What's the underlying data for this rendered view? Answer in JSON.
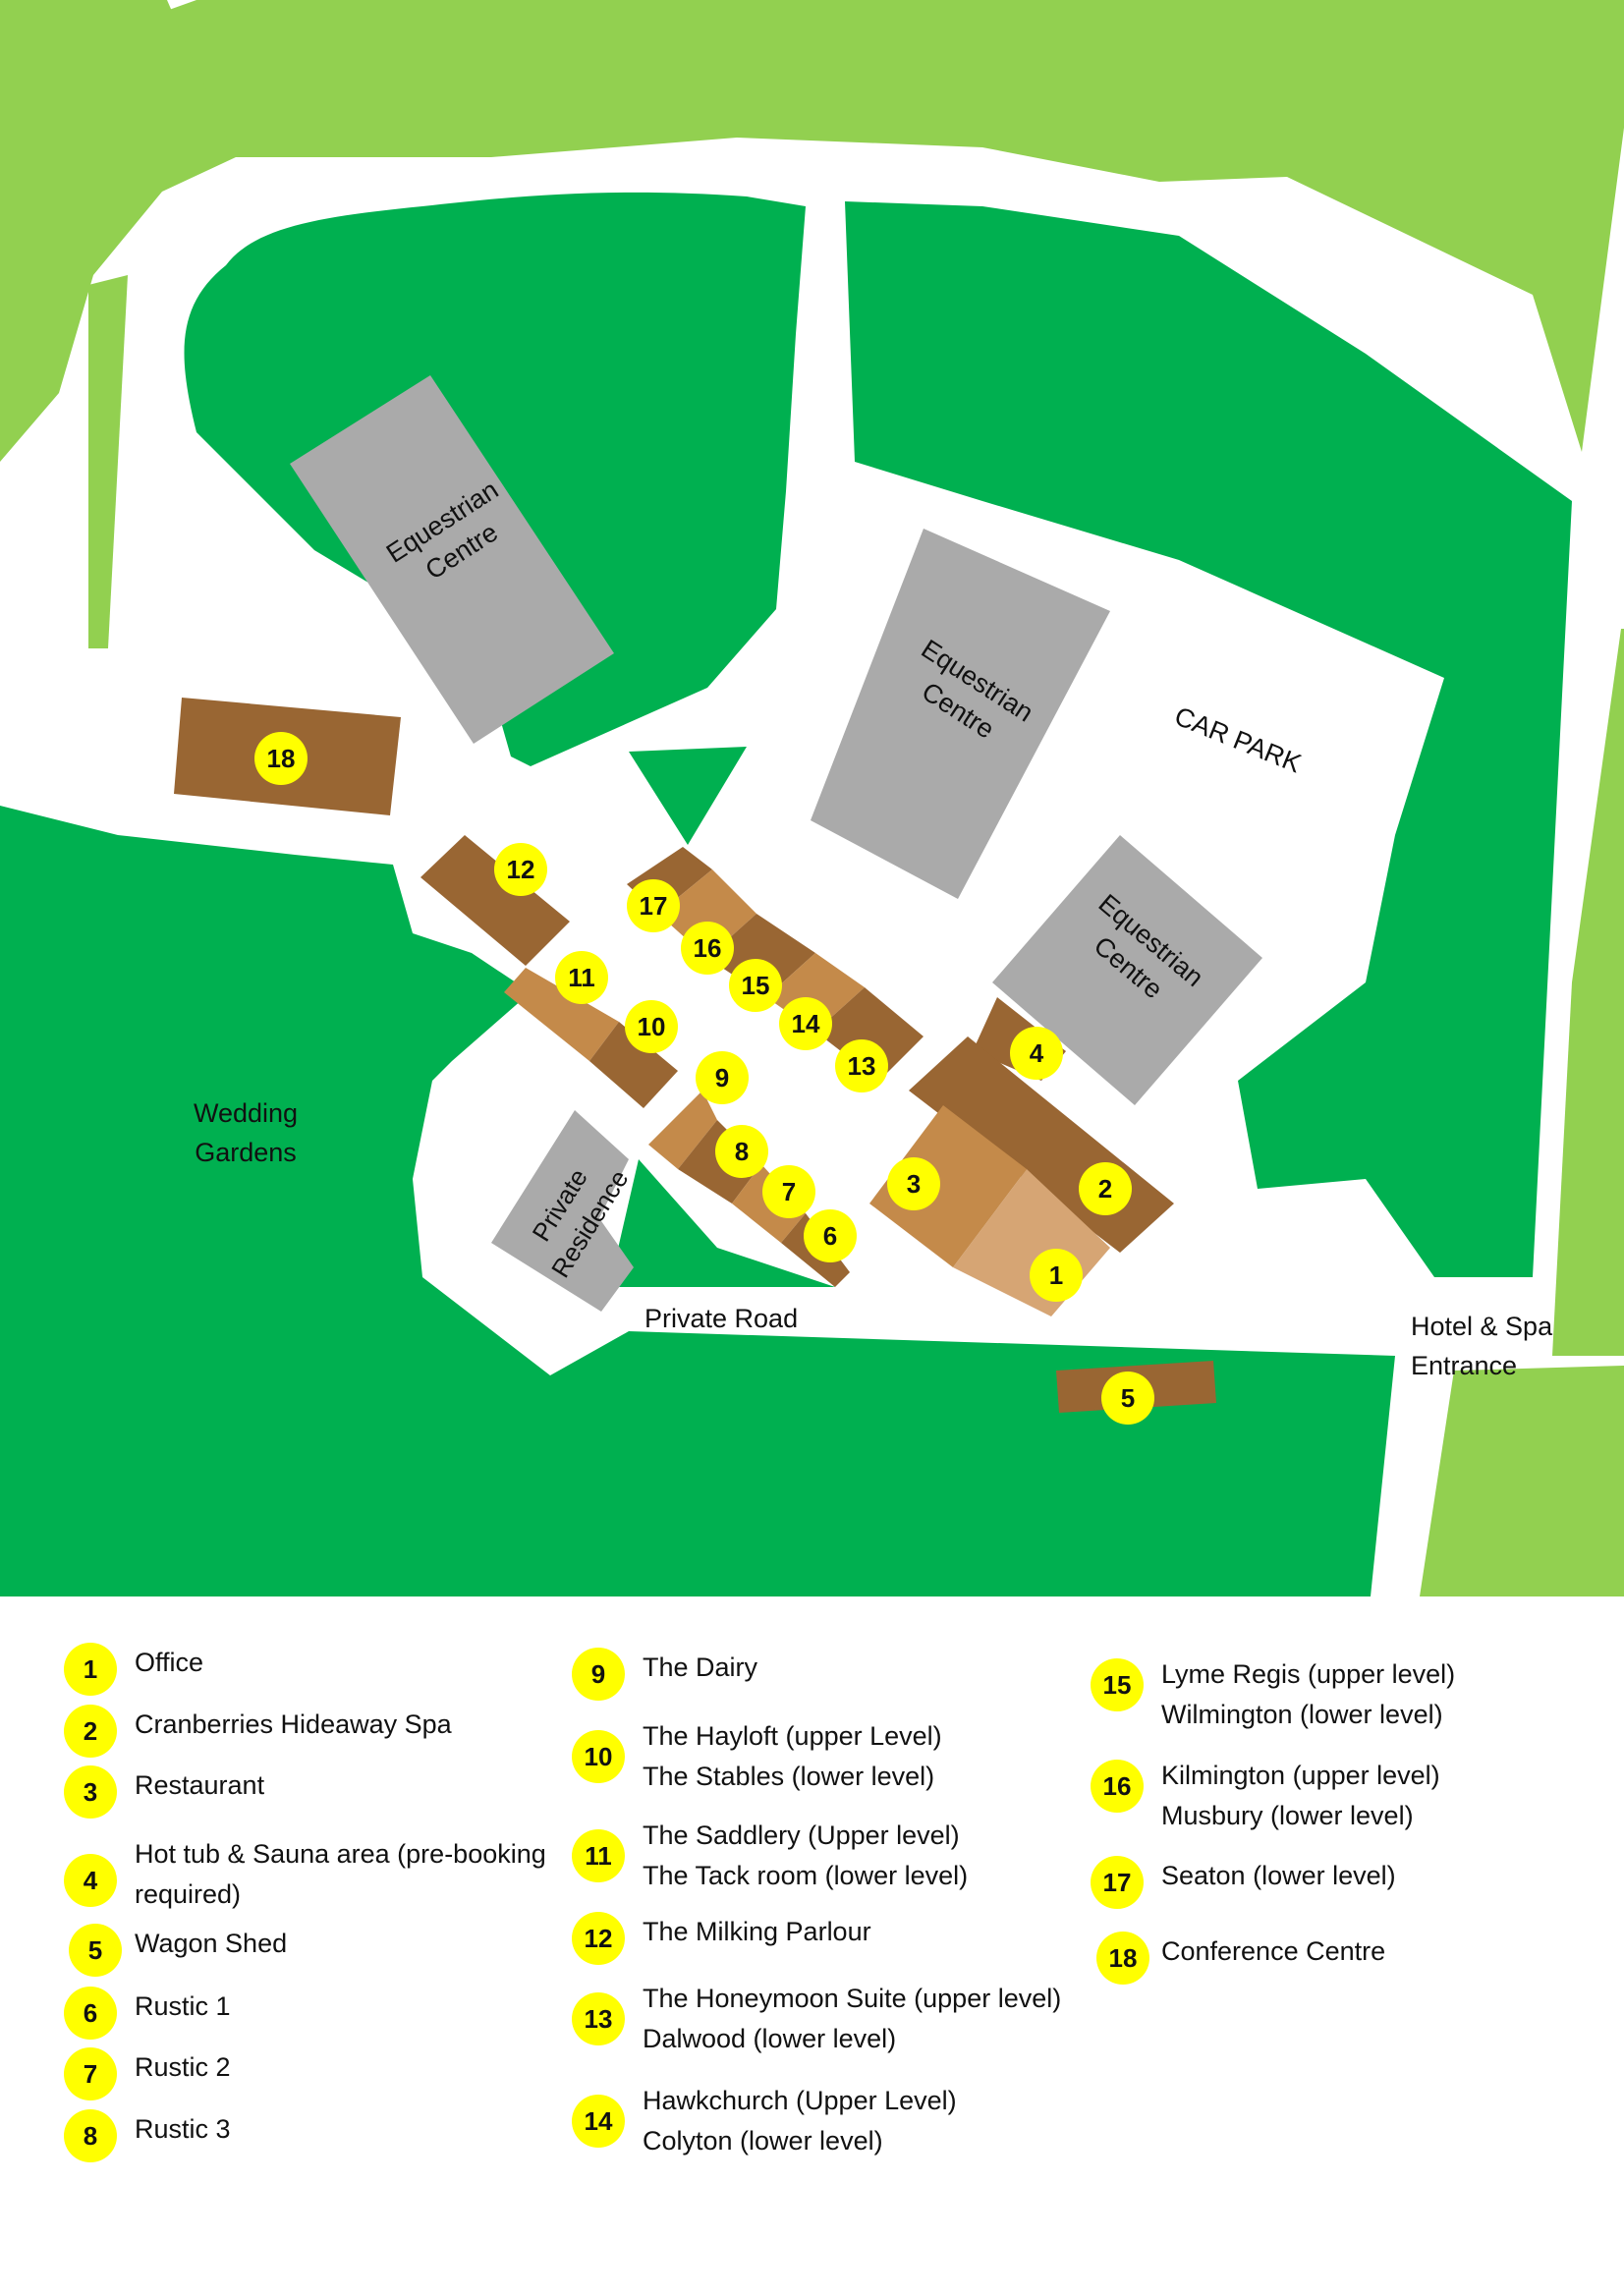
{
  "colors": {
    "light_green": "#92d050",
    "dark_green": "#00b050",
    "road": "#ffffff",
    "grey_building": "#aaaaaa",
    "dark_brown": "#996633",
    "mid_brown": "#c48a4a",
    "light_brown": "#d6a574",
    "marker": "#ffff00"
  },
  "map_labels": {
    "equestrian_1": "Equestrian Centre",
    "equestrian_2": "Equestrian Centre",
    "equestrian_3": "Equestrian Centre",
    "car_park": "CAR PARK",
    "wedding_gardens_l1": "Wedding",
    "wedding_gardens_l2": "Gardens",
    "private_residence": "Private Residence",
    "private_road": "Private Road",
    "hotel_entrance_l1": "Hotel & Spa",
    "hotel_entrance_l2": "Entrance"
  },
  "markers": [
    "1",
    "2",
    "3",
    "4",
    "5",
    "6",
    "7",
    "8",
    "9",
    "10",
    "11",
    "12",
    "13",
    "14",
    "15",
    "16",
    "17",
    "18"
  ],
  "legend": [
    {
      "num": "1",
      "lines": [
        "Office"
      ]
    },
    {
      "num": "2",
      "lines": [
        "Cranberries Hideaway Spa"
      ]
    },
    {
      "num": "3",
      "lines": [
        "Restaurant"
      ]
    },
    {
      "num": "4",
      "lines": [
        "Hot tub & Sauna area (pre-booking",
        "required)"
      ]
    },
    {
      "num": "5",
      "lines": [
        "Wagon Shed"
      ]
    },
    {
      "num": "6",
      "lines": [
        "Rustic 1"
      ]
    },
    {
      "num": "7",
      "lines": [
        "Rustic 2"
      ]
    },
    {
      "num": "8",
      "lines": [
        "Rustic 3"
      ]
    },
    {
      "num": "9",
      "lines": [
        "The Dairy"
      ]
    },
    {
      "num": "10",
      "lines": [
        "The Hayloft (upper Level)",
        "The Stables (lower level)"
      ]
    },
    {
      "num": "11",
      "lines": [
        "The Saddlery (Upper level)",
        "The Tack room (lower level)"
      ]
    },
    {
      "num": "12",
      "lines": [
        "The Milking Parlour"
      ]
    },
    {
      "num": "13",
      "lines": [
        "The Honeymoon Suite (upper level)",
        "Dalwood (lower level)"
      ]
    },
    {
      "num": "14",
      "lines": [
        "Hawkchurch (Upper Level)",
        "Colyton (lower level)"
      ]
    },
    {
      "num": "15",
      "lines": [
        "Lyme Regis (upper level)",
        "Wilmington (lower level)"
      ]
    },
    {
      "num": "16",
      "lines": [
        "Kilmington (upper level)",
        "Musbury (lower level)"
      ]
    },
    {
      "num": "17",
      "lines": [
        "Seaton (lower level)"
      ]
    },
    {
      "num": "18",
      "lines": [
        "Conference Centre"
      ]
    }
  ]
}
